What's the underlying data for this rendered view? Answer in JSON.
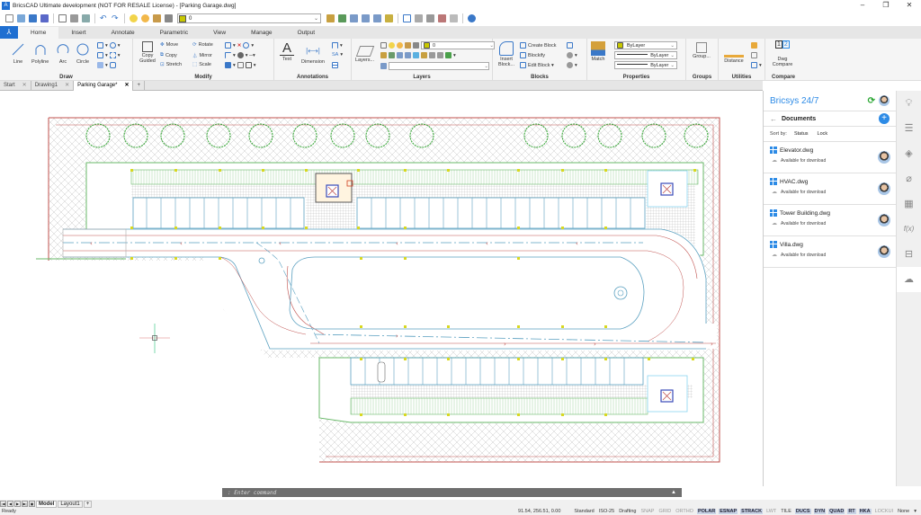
{
  "window": {
    "title": "BricsCAD Ultimate development (NOT FOR RESALE License) - [Parking Garage.dwg]",
    "controls": {
      "minimize": "–",
      "restore": "❐",
      "close": "✕"
    }
  },
  "qat": {
    "icons": [
      "new-icon",
      "open-icon",
      "save-icon",
      "save-as-icon",
      "plot-preview-icon",
      "print-icon",
      "publish-icon",
      "undo-icon",
      "redo-icon"
    ],
    "layer_dropdown": {
      "value": "0",
      "color": "#c8c800"
    },
    "right_icons": [
      "match-props-icon",
      "pick-icon",
      "layer-tool-1-icon",
      "layer-tool-2-icon",
      "layer-tool-3-icon",
      "layer-tool-4-icon",
      "table-icon",
      "eraser-icon",
      "copy-tool-icon",
      "edit-tool-icon",
      "misc-icon",
      "help-icon"
    ]
  },
  "ribbon_tabs": [
    "Home",
    "Insert",
    "Annotate",
    "Parametric",
    "View",
    "Manage",
    "Output"
  ],
  "ribbon": {
    "draw": {
      "label": "Draw",
      "tools": [
        "Line",
        "Polyline",
        "Arc",
        "Circle"
      ]
    },
    "modify": {
      "label": "Modify",
      "copy_guided": "Copy\nGuided",
      "move": "Move",
      "copy": "Copy",
      "stretch": "Stretch",
      "rotate": "Rotate",
      "mirror": "Mirror",
      "scale": "Scale"
    },
    "annotations": {
      "label": "Annotations",
      "text": "Text",
      "dimension": "Dimension"
    },
    "layers": {
      "label": "Layers",
      "layers_btn": "Layers...",
      "layer_value": "0",
      "second_value": ""
    },
    "blocks": {
      "label": "Blocks",
      "insert": "Insert\nBlock...",
      "create": "Create Block",
      "blockify": "Blockify",
      "edit": "Edit Block ▾"
    },
    "properties": {
      "label": "Properties",
      "match": "Match",
      "color": "ByLayer",
      "linetype": "ByLayer",
      "lineweight": "ByLayer"
    },
    "groups": {
      "label": "Groups",
      "group": "Group..."
    },
    "utilities": {
      "label": "Utilities",
      "distance": "Distance"
    },
    "compare": {
      "label": "Compare",
      "dwg_compare": "Dwg\nCompare"
    }
  },
  "doc_tabs": [
    {
      "label": "Start",
      "active": false
    },
    {
      "label": "Drawing1",
      "active": false
    },
    {
      "label": "Parking Garage*",
      "active": true
    }
  ],
  "doc_tab_add": "+",
  "command": {
    "placeholder": ": Enter command",
    "expand": "▲"
  },
  "layout_tabs": {
    "nav": [
      "|◀",
      "◀",
      "▶",
      "▶|",
      "▣"
    ],
    "tabs": [
      "Model",
      "Layout1"
    ],
    "add": "+"
  },
  "status": {
    "ready": "Ready",
    "coords": "91.54, 256.51, 0.00",
    "items": [
      {
        "label": "Standard",
        "state": "plain"
      },
      {
        "label": "ISO-25",
        "state": "plain"
      },
      {
        "label": "Drafting",
        "state": "plain"
      },
      {
        "label": "SNAP",
        "state": "off"
      },
      {
        "label": "GRID",
        "state": "off"
      },
      {
        "label": "ORTHO",
        "state": "off"
      },
      {
        "label": "POLAR",
        "state": "on"
      },
      {
        "label": "ESNAP",
        "state": "on"
      },
      {
        "label": "STRACK",
        "state": "on"
      },
      {
        "label": "LWT",
        "state": "off"
      },
      {
        "label": "TILE",
        "state": "plain"
      },
      {
        "label": "DUCS",
        "state": "on"
      },
      {
        "label": "DYN",
        "state": "on"
      },
      {
        "label": "QUAD",
        "state": "on"
      },
      {
        "label": "RT",
        "state": "on"
      },
      {
        "label": "HKA",
        "state": "on"
      },
      {
        "label": "LOCKUI",
        "state": "off"
      },
      {
        "label": "None",
        "state": "plain"
      },
      {
        "label": "▾",
        "state": "plain"
      }
    ]
  },
  "bricsys247": {
    "title": "Bricsys 24/7",
    "documents_label": "Documents",
    "sort_label": "Sort by:",
    "sort_options": [
      "Status",
      "Lock"
    ],
    "documents": [
      {
        "name": "Elevator.dwg",
        "status": "Available for download"
      },
      {
        "name": "HVAC.dwg",
        "status": "Available for download"
      },
      {
        "name": "Tower Building.dwg",
        "status": "Available for download"
      },
      {
        "name": "Villa.dwg",
        "status": "Available for download"
      }
    ]
  },
  "icon_strip": [
    "lightbulb-icon",
    "sliders-icon",
    "layers-icon",
    "paperclip-icon",
    "hatch-icon",
    "fx-icon",
    "structure-icon",
    "cloud-icon"
  ],
  "colors": {
    "accent": "#2d8be6",
    "brand_blue": "#1f6fd1",
    "sync_green": "#2aa632",
    "drawing_red": "#c0504d",
    "drawing_green": "#3aa63a",
    "drawing_cyan": "#5aa0c0"
  }
}
